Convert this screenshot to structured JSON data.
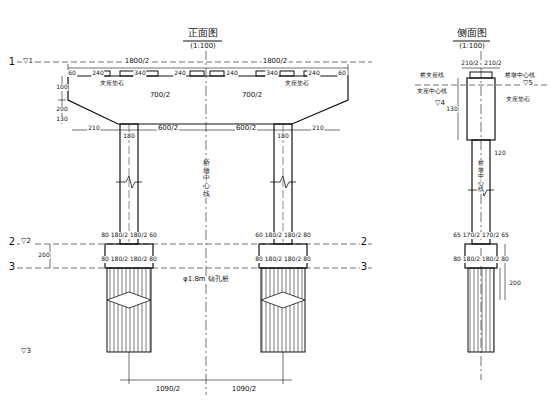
{
  "diagram": {
    "labels": [
      "正面图",
      "(1:100)",
      "侧面图",
      "(1:100)",
      "1",
      "▽1",
      "1800/2",
      "1800/2",
      "60",
      "240",
      "340",
      "240",
      "240",
      "340",
      "240",
      "60",
      "支座垫石",
      "支座垫石",
      "700/2",
      "700/2",
      "100",
      "200",
      "130",
      "210",
      "180",
      "600/2",
      "600/2",
      "180",
      "210",
      "桥墩中心线",
      "2",
      "▽2",
      "2",
      "80 180/2 180/2 60",
      "60 180/2 180/2 80",
      "3",
      "3",
      "200",
      "80 180/2 180/2 80",
      "80 180/2 180/2 80",
      "φ1.8m 钻孔桩",
      "▽3",
      "1090/2",
      "1090/2",
      "210/2",
      "210/2",
      "桥支座线",
      "桥墩中心线",
      "支座中心线",
      "支座垫石",
      "▽4",
      "▽5",
      "130",
      "120",
      "桥墩中心线",
      "65 170/2 170/2 65",
      "80 180/2 180/2 80",
      "200"
    ]
  }
}
